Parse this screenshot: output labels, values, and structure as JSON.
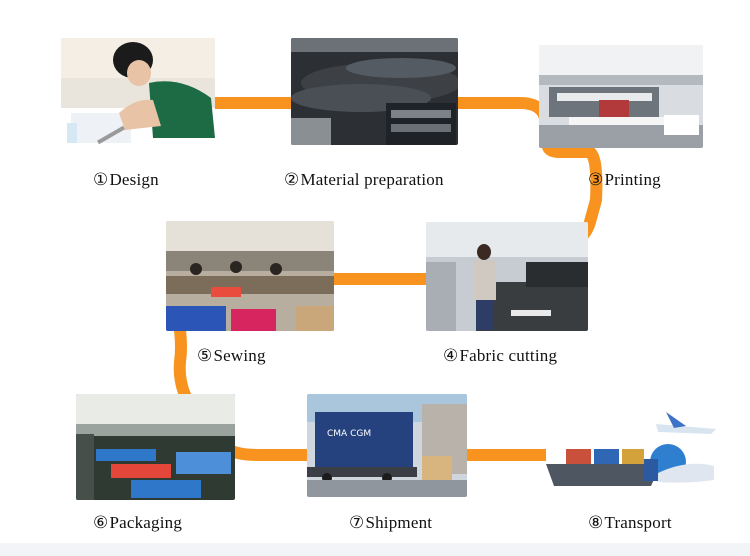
{
  "colors": {
    "connector": "#f7931e",
    "text": "#111111"
  },
  "steps": [
    {
      "num": "①",
      "label": "Design"
    },
    {
      "num": "②",
      "label": "Material preparation"
    },
    {
      "num": "③",
      "label": "Printing"
    },
    {
      "num": "④",
      "label": "Fabric cutting"
    },
    {
      "num": "⑤",
      "label": "Sewing"
    },
    {
      "num": "⑥",
      "label": "Packaging"
    },
    {
      "num": "⑦",
      "label": "Shipment"
    },
    {
      "num": "⑧",
      "label": "Transport"
    }
  ],
  "truck_text": "CMA CGM"
}
